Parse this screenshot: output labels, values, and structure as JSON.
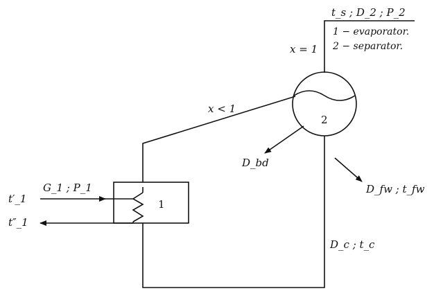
{
  "labels": {
    "top_outlet": "t_s ; D_2 ; P_2",
    "legend_1": "1 − evaporator.",
    "legend_2": "2 − separator.",
    "quality_sat": "x = 1",
    "quality_wet": "x < 1",
    "separator_number": "2",
    "evaporator_number": "1",
    "blowdown": "D_bd",
    "feedwater": "D_fw ; t_fw",
    "inlet_flow": "G_1 ; P_1",
    "inlet_temp": "t′_1",
    "outlet_temp": "t″_1",
    "downcomer": "D_c ; t_c"
  }
}
